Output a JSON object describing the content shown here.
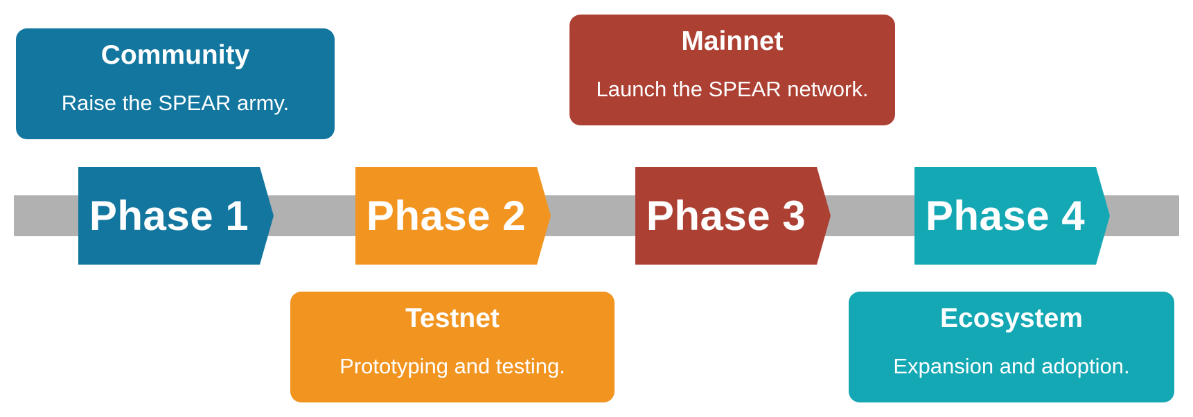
{
  "colors": {
    "blue": "#12769f",
    "orange": "#f19420",
    "red": "#ac4033",
    "teal": "#14a7b4",
    "bar": "#b1b1b1",
    "text": "#ffffff"
  },
  "phases": [
    {
      "label": "Phase 1",
      "color": "#12769f"
    },
    {
      "label": "Phase 2",
      "color": "#f19420"
    },
    {
      "label": "Phase 3",
      "color": "#ac4033"
    },
    {
      "label": "Phase 4",
      "color": "#14a7b4"
    }
  ],
  "cards": {
    "community": {
      "title": "Community",
      "description": "Raise the SPEAR army.",
      "color": "#12769f"
    },
    "testnet": {
      "title": "Testnet",
      "description": "Prototyping and testing.",
      "color": "#f19420"
    },
    "mainnet": {
      "title": "Mainnet",
      "description": "Launch the SPEAR network.",
      "color": "#ac4033"
    },
    "ecosystem": {
      "title": "Ecosystem",
      "description": "Expansion and adoption.",
      "color": "#14a7b4"
    }
  }
}
